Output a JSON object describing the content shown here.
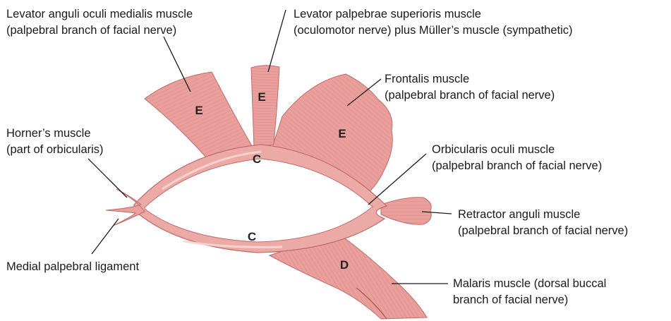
{
  "colors": {
    "muscle_fill": "#e9a09c",
    "muscle_dark": "#c26a68",
    "muscle_light": "#f6d2cf",
    "fiber": "#b85a58",
    "text": "#1a1a1a"
  },
  "labels": {
    "levator_medialis": {
      "line1": "Levator anguli oculi medialis muscle",
      "line2": "(palpebral branch of facial nerve)"
    },
    "levator_palpebrae": {
      "line1": "Levator palpebrae superioris muscle",
      "line2": "(oculomotor nerve) plus Müller’s muscle (sympathetic)"
    },
    "frontalis": {
      "line1": "Frontalis muscle",
      "line2": "(palpebral branch of facial nerve)"
    },
    "horners": {
      "line1": "Horner’s muscle",
      "line2": "(part of orbicularis)"
    },
    "orbicularis": {
      "line1": "Orbicularis oculi muscle",
      "line2": "(palpebral branch of facial nerve)"
    },
    "retractor": {
      "line1": "Retractor anguli muscle",
      "line2": "(palpebral branch of facial nerve)"
    },
    "medial_ligament": {
      "line1": "Medial palpebral ligament"
    },
    "malaris": {
      "line1": "Malaris muscle (dorsal buccal",
      "line2": "branch of facial nerve)"
    }
  },
  "letters": {
    "e_left": "E",
    "e_center": "E",
    "e_right": "E",
    "c_top": "C",
    "c_bottom": "C",
    "d": "D"
  }
}
